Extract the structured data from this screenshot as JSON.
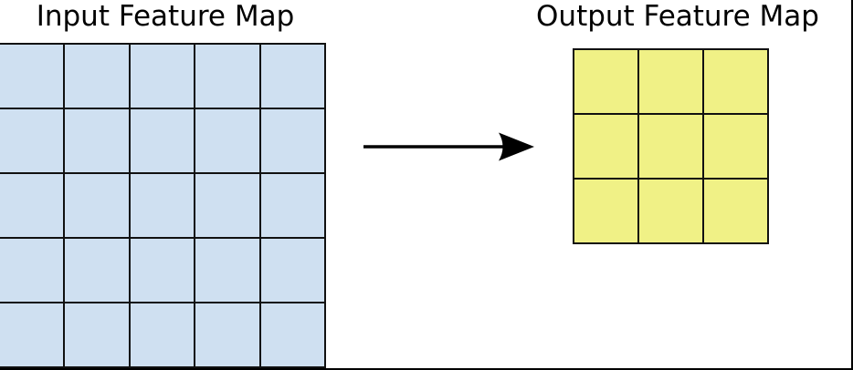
{
  "figure": {
    "background": "#ffffff",
    "frame_color": "#000000",
    "input": {
      "title": "Input Feature Map",
      "grid": {
        "rows": 5,
        "cols": 5,
        "fill": "#cfe0f1",
        "line_color": "#111111"
      }
    },
    "output": {
      "title": "Output Feature Map",
      "grid": {
        "rows": 3,
        "cols": 3,
        "fill": "#f0f186",
        "line_color": "#111111"
      }
    },
    "arrow": {
      "direction": "right",
      "color": "#000000"
    }
  }
}
